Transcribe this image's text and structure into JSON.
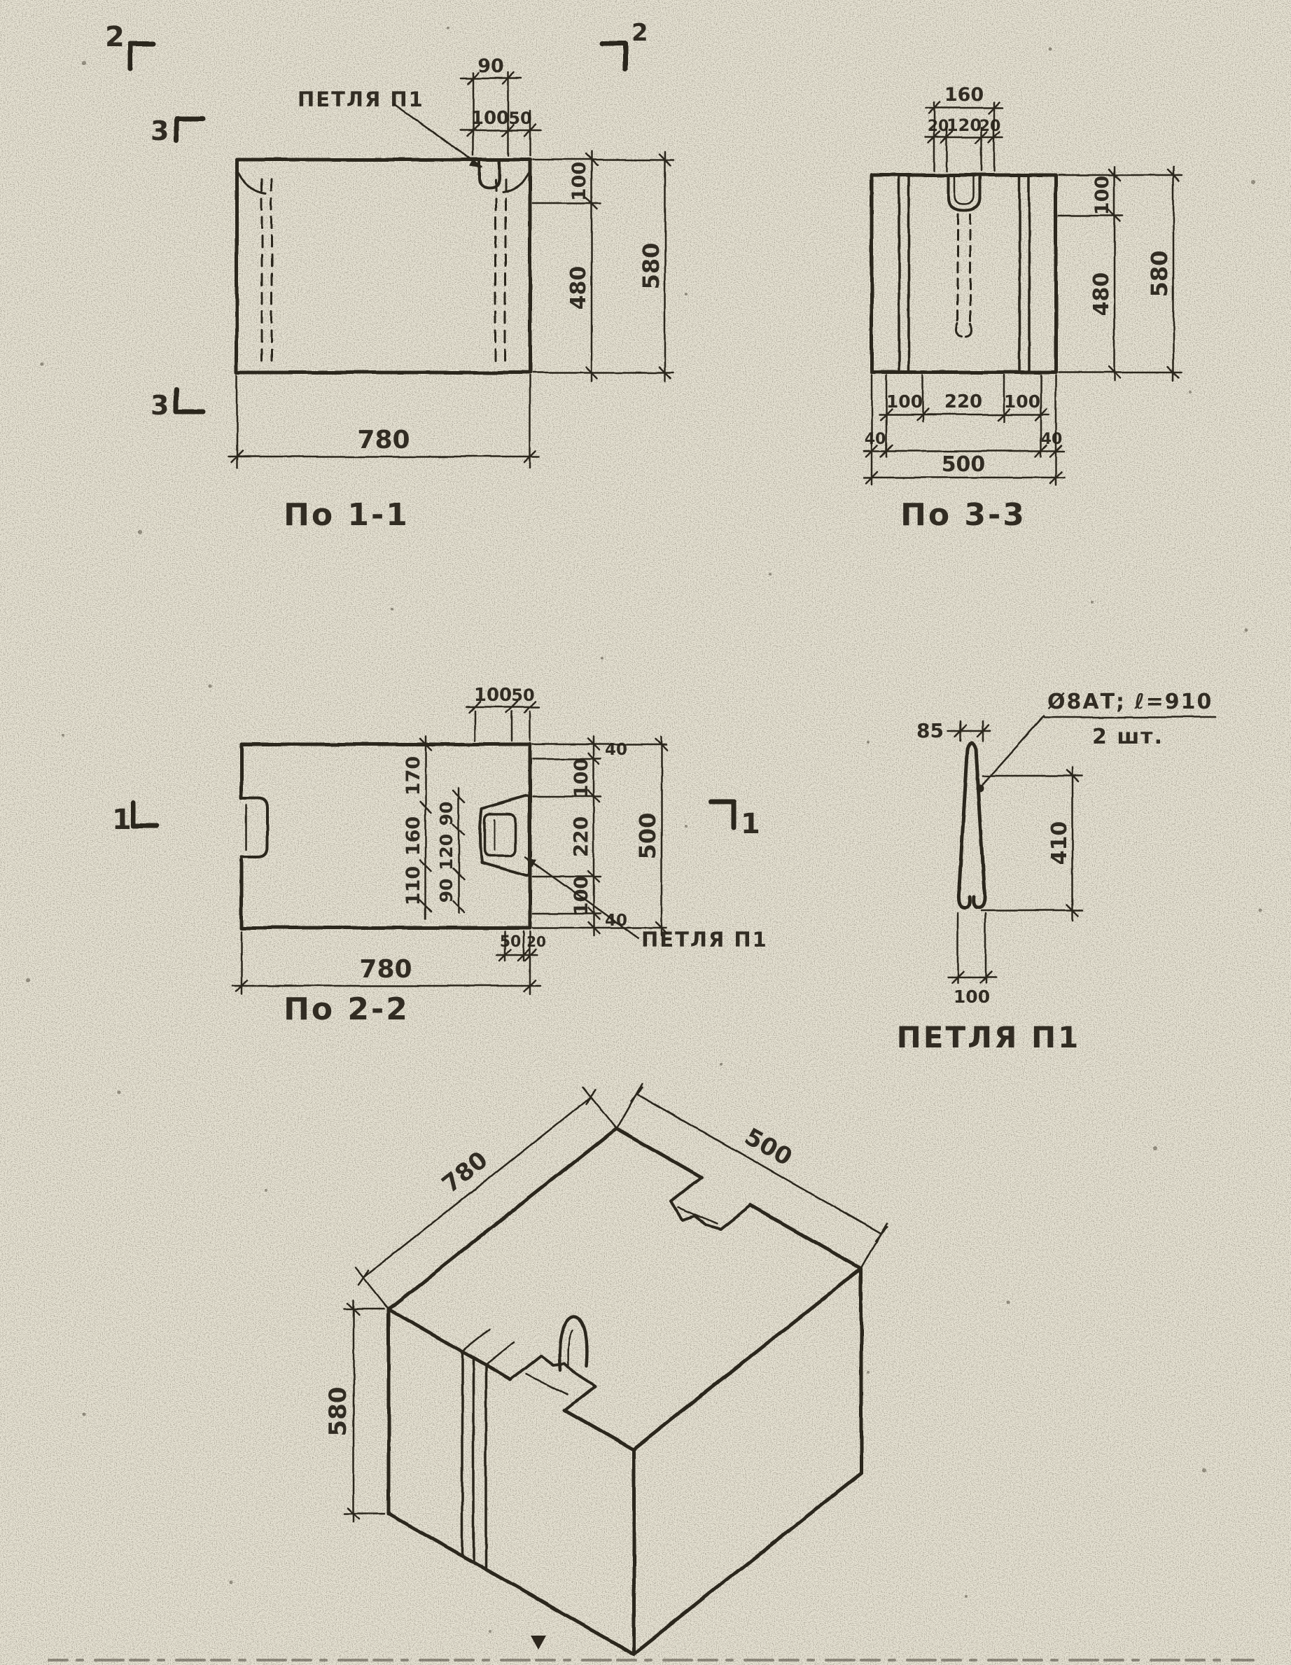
{
  "sections": {
    "s11": {
      "title": "По 1-1",
      "petla_label": "ПЕТЛЯ П1",
      "marker_2_left": "2",
      "marker_2_right": "2",
      "marker_3_top": "3",
      "marker_3_bottom": "3",
      "dims": {
        "d90": "90",
        "d100_top": "100",
        "d50_top": "50",
        "d100_right": "100",
        "d480": "480",
        "d580": "580",
        "d780": "780"
      }
    },
    "s33": {
      "title": "По 3-3",
      "dims": {
        "d160": "160",
        "d20a": "20",
        "d120": "120",
        "d20b": "20",
        "d100_right": "100",
        "d480": "480",
        "d580": "580",
        "d100a": "100",
        "d220": "220",
        "d100b": "100",
        "d40a": "40",
        "d40b": "40",
        "d500": "500"
      }
    },
    "s22": {
      "title": "По 2-2",
      "petla_label": "ПЕТЛЯ П1",
      "marker_1_left": "1",
      "marker_1_right": "1",
      "dims": {
        "d100_top": "100",
        "d50_top": "50",
        "d170": "170",
        "d160": "160",
        "d110": "110",
        "d90a": "90",
        "d120": "120",
        "d90b": "90",
        "d40_top": "40",
        "d100a": "100",
        "d220": "220",
        "d100b": "100",
        "d40_bot": "40",
        "d500": "500",
        "d50_bot": "50",
        "d20_bot": "20",
        "d780": "780"
      }
    },
    "petla": {
      "title": "ПЕТЛЯ П1",
      "note1": "Ø8АТ; ℓ=910",
      "note2": "2 шт.",
      "dims": {
        "d85": "85",
        "d410": "410",
        "d100": "100"
      }
    },
    "iso": {
      "dims": {
        "d780": "780",
        "d500": "500",
        "d580": "580"
      }
    }
  }
}
